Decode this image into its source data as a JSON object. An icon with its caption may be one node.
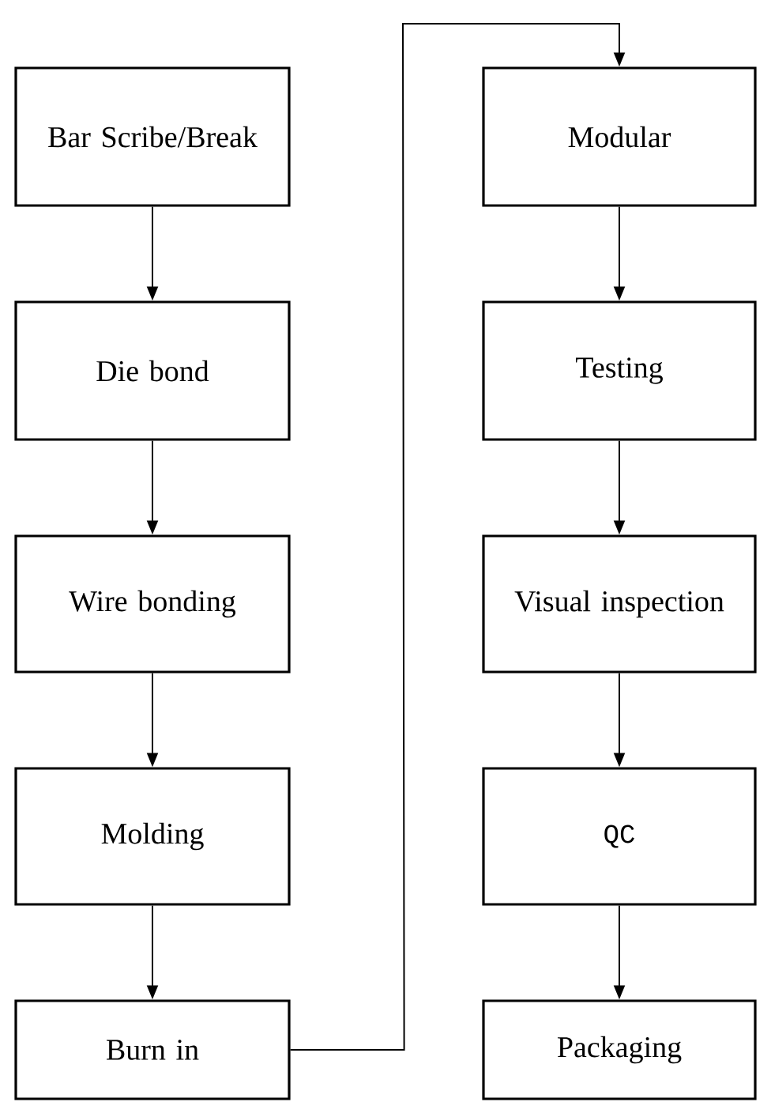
{
  "diagram": {
    "nodes": [
      {
        "text": [
          "Bar Scribe/Break"
        ]
      },
      {
        "text": [
          "Die bond"
        ]
      },
      {
        "text": [
          "Wire bonding"
        ]
      },
      {
        "text": [
          "Molding"
        ]
      },
      {
        "text": [
          "Burn in"
        ]
      },
      {
        "text": [
          "Modular"
        ]
      },
      {
        "text": [
          "Testing"
        ]
      },
      {
        "text": [
          "Visual inspection"
        ]
      },
      {
        "text": [
          "QC"
        ]
      },
      {
        "text": [
          "Packaging"
        ]
      }
    ],
    "edges": [
      {
        "from": 0,
        "to": 1,
        "arrow": "to"
      },
      {
        "from": 1,
        "to": 2,
        "arrow": "to"
      },
      {
        "from": 2,
        "to": 3,
        "arrow": "to"
      },
      {
        "from": 3,
        "to": 4,
        "arrow": "to"
      },
      {
        "from": 4,
        "to": 5,
        "arrow": "to"
      },
      {
        "from": 5,
        "to": 6,
        "arrow": "to"
      },
      {
        "from": 6,
        "to": 7,
        "arrow": "to"
      },
      {
        "from": 7,
        "to": 8,
        "arrow": "to"
      },
      {
        "from": 8,
        "to": 9,
        "arrow": "to"
      }
    ]
  }
}
